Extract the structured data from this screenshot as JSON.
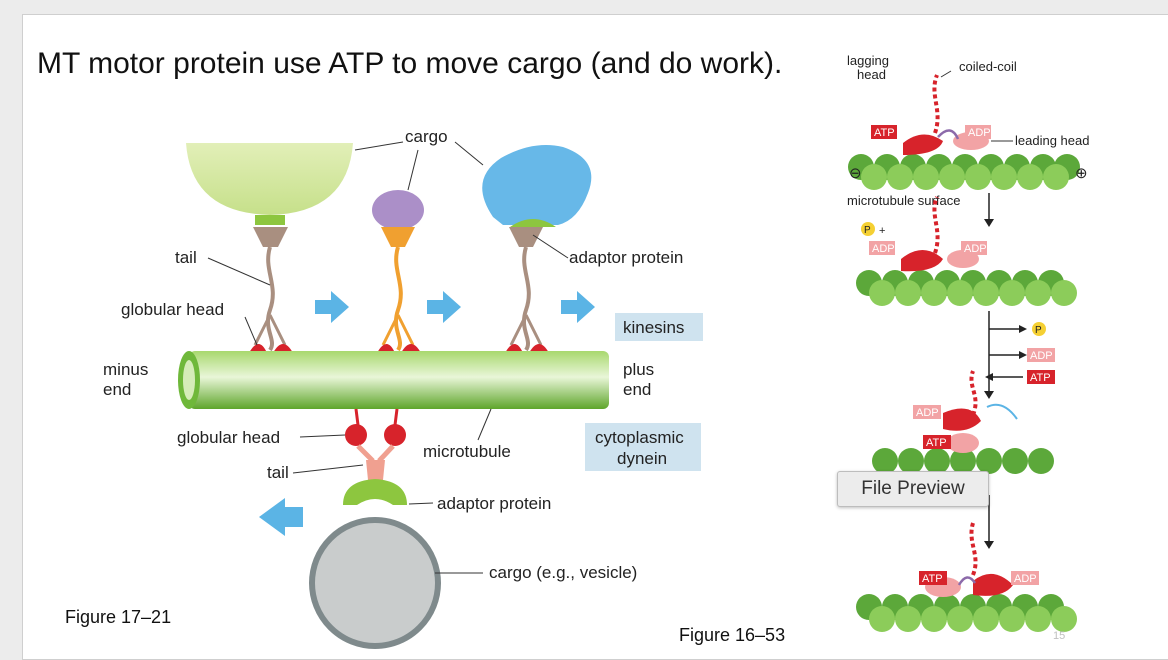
{
  "slide": {
    "title": "MT motor protein use ATP to move cargo (and do work).",
    "figure_left": "Figure 17–21",
    "figure_right": "Figure 16–53",
    "page_number": "15"
  },
  "left_diagram": {
    "cargo": "cargo",
    "tail_top": "tail",
    "globular_head_top": "globular head",
    "adaptor_top": "adaptor protein",
    "kinesins": "kinesins",
    "minus_end": [
      "minus",
      "end"
    ],
    "plus_end": [
      "plus",
      "end"
    ],
    "globular_head_bottom": "globular head",
    "tail_bottom": "tail",
    "microtubule": "microtubule",
    "dynein": [
      "cytoplasmic",
      "dynein"
    ],
    "adaptor_bottom": "adaptor protein",
    "vesicle": "cargo (e.g., vesicle)"
  },
  "right_diagram": {
    "lagging_head": [
      "lagging",
      "head"
    ],
    "coiled_coil": "coiled-coil",
    "leading_head": "leading head",
    "surface": "microtubule surface",
    "atp": "ATP",
    "adp": "ADP",
    "p": "P",
    "plus_sign": "+",
    "minus_symbol": "⊖",
    "plus_symbol": "⊕"
  },
  "tooltip": {
    "text": "File Preview"
  },
  "colors": {
    "microtubule": "#7cc142",
    "kinesin_head": "#d7232b",
    "arrow_blue": "#5bb4e5",
    "label_box": "#cfe3ef",
    "atp_box": "#d7232b",
    "adp_box": "#f2a3a5"
  }
}
